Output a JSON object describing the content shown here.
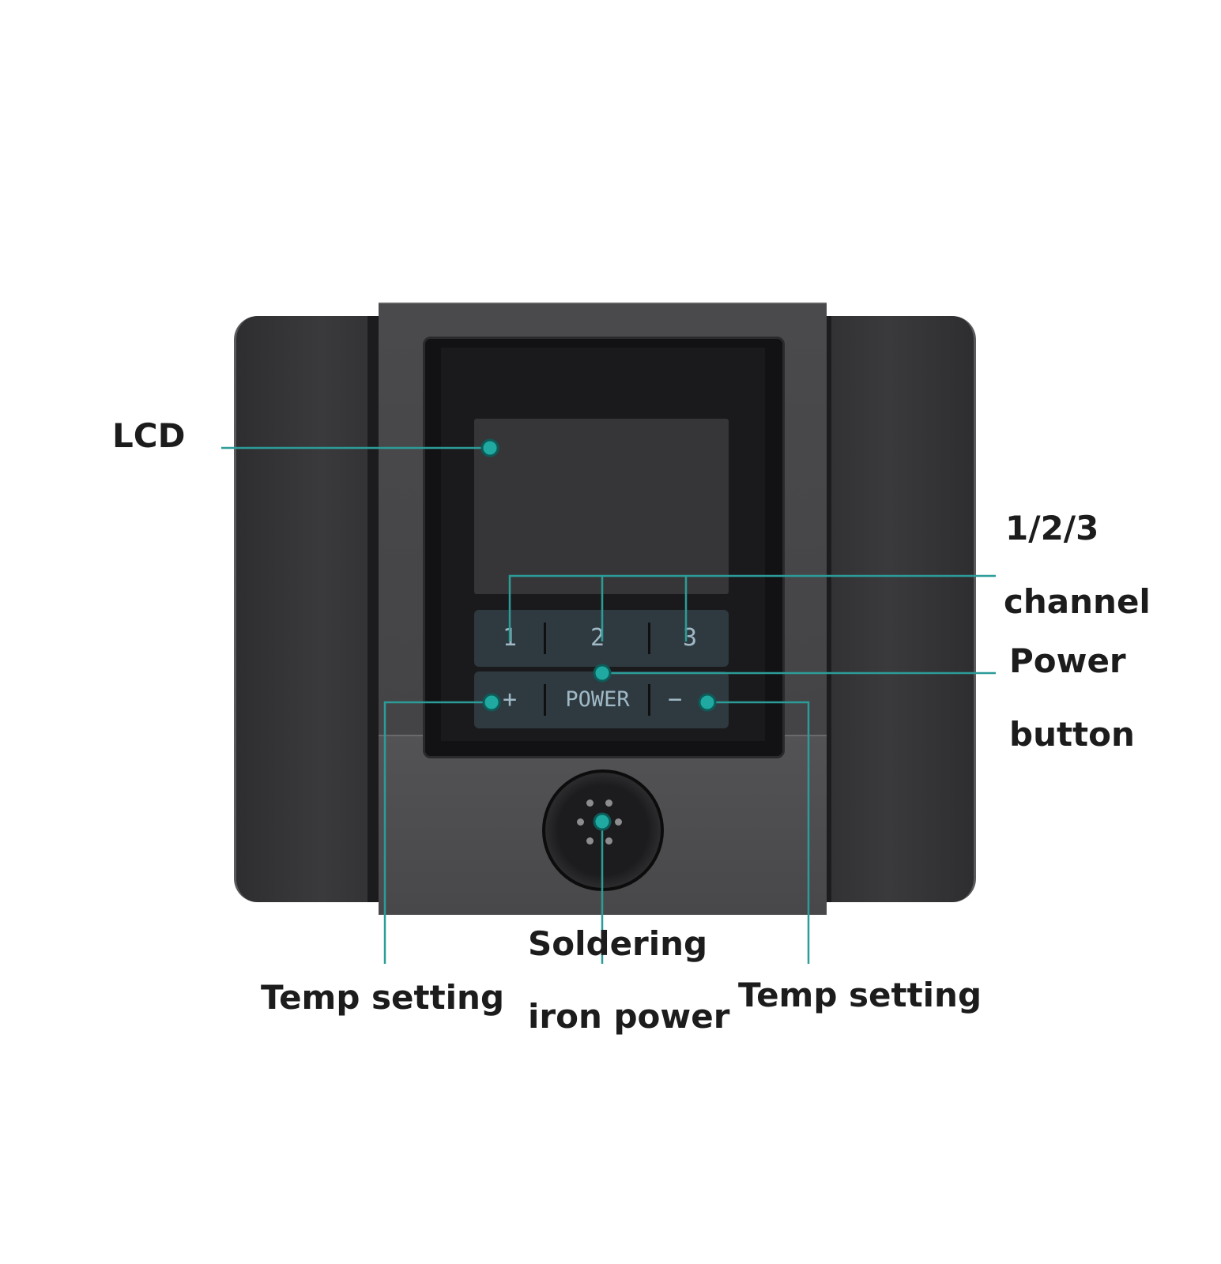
{
  "callouts": {
    "lcd": "LCD",
    "channel_line1": "1/2/3",
    "channel_line2": "channel",
    "power_line1": "Power",
    "power_line2": "button",
    "temp_left": "Temp setting",
    "soldering_line1": "Soldering",
    "soldering_line2": "iron power",
    "temp_right": "Temp setting"
  },
  "buttons": {
    "channel_1": "1",
    "channel_2": "2",
    "channel_3": "3",
    "plus": "+",
    "power": "POWER",
    "minus": "−"
  },
  "colors": {
    "callout_line": "#2c9c98",
    "marker": "#1fa9a1",
    "button_text": "#9fb9c6"
  }
}
